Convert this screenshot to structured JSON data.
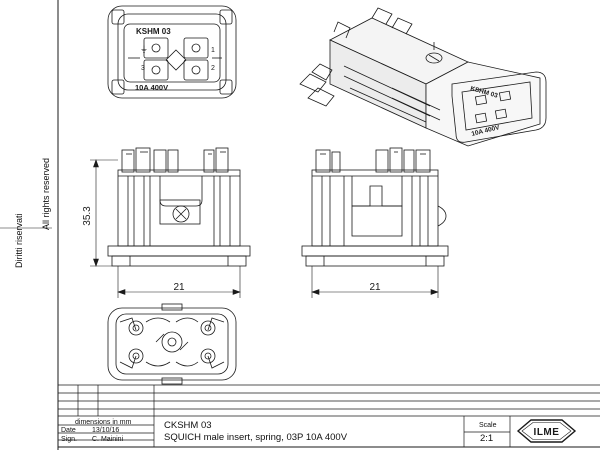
{
  "side_notes": {
    "rights": "All rights reserved",
    "rights_it": "Diritti riservati"
  },
  "front_face": {
    "part_label": "KSHM 03",
    "pin_1": "1",
    "pin_2": "2",
    "pin_3": "3",
    "ground": "⏚",
    "rating": "10A  400V"
  },
  "iso_view": {
    "part_label": "KSHM 03",
    "rating": "10A 400V"
  },
  "dimensions": {
    "height": "35.3",
    "width_front": "21",
    "width_side": "21"
  },
  "title_block": {
    "dimensions_note": "dimensions in mm",
    "date_label": "Date",
    "date_value": "13/10/16",
    "sign_label": "Sign.",
    "sign_value": "C. Mainini",
    "code": "CKSHM 03",
    "description": "SQUICH male insert, spring, 03P 10A 400V",
    "scale_label": "Scale",
    "scale_value": "2:1",
    "logo_text": "ILME"
  },
  "colors": {
    "line": "#1a1a1a",
    "background": "#ffffff"
  }
}
